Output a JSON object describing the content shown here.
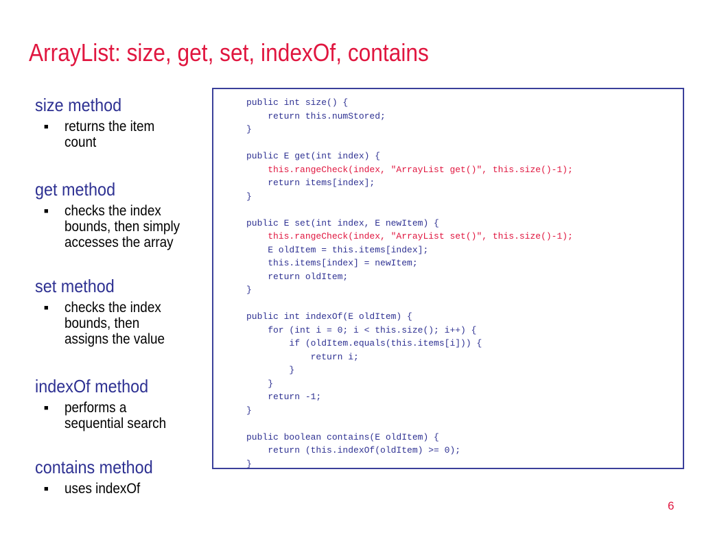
{
  "slide": {
    "title": "ArrayList: size, get, set, indexOf, contains",
    "page_number": "6"
  },
  "methods": [
    {
      "heading": "size method",
      "description": "returns the item\ncount"
    },
    {
      "heading": "get method",
      "description": "checks the index\nbounds, then simply\naccesses the array"
    },
    {
      "heading": "set method",
      "description": "checks the index\nbounds, then\nassigns the value"
    },
    {
      "heading": "indexOf method",
      "description": "performs a\nsequential search"
    },
    {
      "heading": "contains method",
      "description": "uses indexOf"
    }
  ],
  "code_lines": [
    {
      "text": "public int size() {",
      "color": "blue"
    },
    {
      "text": "    return this.numStored;",
      "color": "blue"
    },
    {
      "text": "}",
      "color": "blue"
    },
    {
      "text": "",
      "color": "blue"
    },
    {
      "text": "public E get(int index) {",
      "color": "blue"
    },
    {
      "text": "    this.rangeCheck(index, \"ArrayList get()\", this.size()-1);",
      "color": "red"
    },
    {
      "text": "    return items[index];",
      "color": "blue"
    },
    {
      "text": "}",
      "color": "blue"
    },
    {
      "text": "",
      "color": "blue"
    },
    {
      "text": "public E set(int index, E newItem) {",
      "color": "blue"
    },
    {
      "text": "    this.rangeCheck(index, \"ArrayList set()\", this.size()-1);",
      "color": "red"
    },
    {
      "text": "    E oldItem = this.items[index];",
      "color": "blue"
    },
    {
      "text": "    this.items[index] = newItem;",
      "color": "blue"
    },
    {
      "text": "    return oldItem;",
      "color": "blue"
    },
    {
      "text": "}",
      "color": "blue"
    },
    {
      "text": "",
      "color": "blue"
    },
    {
      "text": "public int indexOf(E oldItem) {",
      "color": "blue"
    },
    {
      "text": "    for (int i = 0; i < this.size(); i++) {",
      "color": "blue"
    },
    {
      "text": "        if (oldItem.equals(this.items[i])) {",
      "color": "blue"
    },
    {
      "text": "            return i;",
      "color": "blue"
    },
    {
      "text": "        }",
      "color": "blue"
    },
    {
      "text": "    }",
      "color": "blue"
    },
    {
      "text": "    return -1;",
      "color": "blue"
    },
    {
      "text": "}",
      "color": "blue"
    },
    {
      "text": "",
      "color": "blue"
    },
    {
      "text": "public boolean contains(E oldItem) {",
      "color": "blue"
    },
    {
      "text": "    return (this.indexOf(oldItem) >= 0);",
      "color": "blue"
    },
    {
      "text": "}",
      "color": "blue"
    }
  ],
  "colors": {
    "title": "#e0163f",
    "heading": "#2e3192",
    "code_blue": "#2e3192",
    "code_red": "#e0163f",
    "border": "#3a3f9a"
  }
}
